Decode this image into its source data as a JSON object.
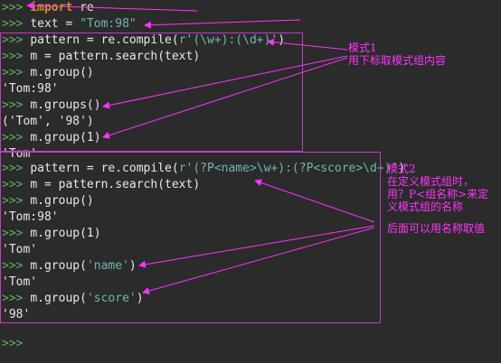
{
  "prompt": ">>>",
  "lines": [
    {
      "id": "l1",
      "parts": [
        {
          "t": "kw",
          "v": "import"
        },
        {
          "t": "code",
          "v": " re"
        }
      ]
    },
    {
      "id": "l2",
      "parts": [
        {
          "t": "code",
          "v": "text = "
        },
        {
          "t": "str",
          "v": "\"Tom:98\""
        }
      ]
    },
    {
      "id": "l3",
      "parts": [
        {
          "t": "code",
          "v": "pattern = re.compile("
        },
        {
          "t": "str",
          "v": "r'(\\w+):(\\d+)'"
        },
        {
          "t": "code",
          "v": ")"
        }
      ]
    },
    {
      "id": "l4",
      "parts": [
        {
          "t": "code",
          "v": "m = pattern.search(text)"
        }
      ]
    },
    {
      "id": "l5",
      "parts": [
        {
          "t": "code",
          "v": "m.group()"
        }
      ]
    },
    {
      "id": "o1",
      "output": "'Tom:98'"
    },
    {
      "id": "l6",
      "parts": [
        {
          "t": "code",
          "v": "m.groups()"
        }
      ]
    },
    {
      "id": "o2",
      "output": "('Tom', '98')"
    },
    {
      "id": "l7",
      "parts": [
        {
          "t": "code",
          "v": "m.group(1)"
        }
      ]
    },
    {
      "id": "o3",
      "output": "'Tom'"
    },
    {
      "id": "l8",
      "parts": [
        {
          "t": "code",
          "v": "pattern = re.compile("
        },
        {
          "t": "str",
          "v": "r'(?P<name>\\w+):(?P<score>\\d+)'"
        },
        {
          "t": "code",
          "v": ")"
        }
      ]
    },
    {
      "id": "l9",
      "parts": [
        {
          "t": "code",
          "v": "m = pattern.search(text)"
        }
      ]
    },
    {
      "id": "l10",
      "parts": [
        {
          "t": "code",
          "v": "m.group()"
        }
      ]
    },
    {
      "id": "o4",
      "output": "'Tom:98'"
    },
    {
      "id": "l11",
      "parts": [
        {
          "t": "code",
          "v": "m.group(1)"
        }
      ]
    },
    {
      "id": "o5",
      "output": "'Tom'"
    },
    {
      "id": "l12",
      "parts": [
        {
          "t": "code",
          "v": "m.group("
        },
        {
          "t": "str",
          "v": "'name'"
        },
        {
          "t": "code",
          "v": ")"
        }
      ]
    },
    {
      "id": "o6",
      "output": "'Tom'"
    },
    {
      "id": "l13",
      "parts": [
        {
          "t": "code",
          "v": "m.group("
        },
        {
          "t": "str",
          "v": "'score'"
        },
        {
          "t": "code",
          "v": ")"
        }
      ]
    },
    {
      "id": "o7",
      "output": "'98'"
    },
    {
      "id": "l14",
      "parts": []
    }
  ],
  "annotations": {
    "note1": "模式1\n用下标取模式组内容",
    "note2": "模式2\n在定义模式组时，\n用？P<组名称>来定\n义模式组的名称",
    "note3": "后面可以用名称取值"
  },
  "colors": {
    "background": "#2b2b2b",
    "prompt": "#5fb35f",
    "keyword": "#d08c2a",
    "string": "#6fb7b0",
    "annotation": "#ff33ff",
    "box": "#c23bc9"
  }
}
